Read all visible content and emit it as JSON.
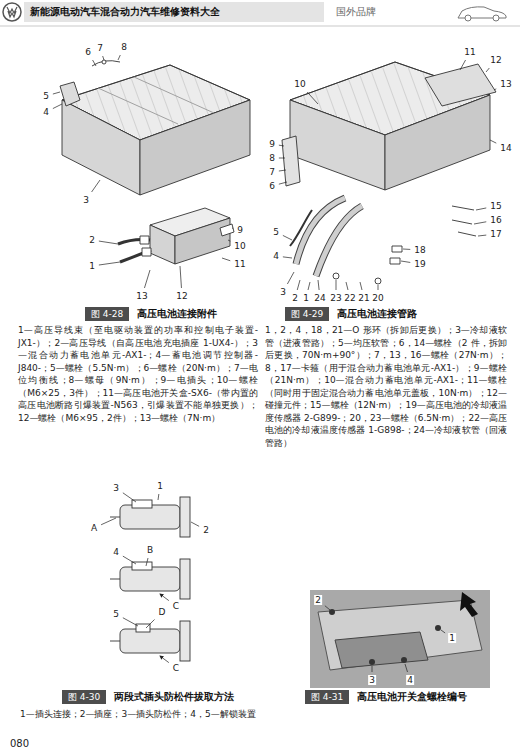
{
  "diagram": {
    "title": "新能源电动汽车混合动力汽车维修资料大全",
    "nodes": [
      {
        "text": [
          "图 4-28",
          "高压电池连接附件"
        ]
      },
      {
        "text": [
          "图 4-29",
          "高压电池连接管路"
        ]
      },
      {
        "text": [
          "图 4-30",
          "两段式插头防松件拔取方法"
        ]
      },
      {
        "text": [
          "图 4-31",
          "高压电池开关盒螺栓编号"
        ]
      }
    ],
    "labels": [
      "国外品牌",
      "6",
      "7",
      "8",
      "5",
      "4",
      "3",
      "2",
      "9",
      "10",
      "1",
      "11",
      "13",
      "12",
      "1—高压导线束（至电驱动装置的功率和控制电子装置-JX1-）；2—高压导线（自高压电池充电插座 1-UX4-）；3—混合动力蓄电池单元-AX1-；4—蓄电池调节控制器-J840-；5—螺栓（5.5N·m）；6—螺栓（20N·m）；7—电位均衡线；8—螺母（9N·m）；9—电插头；10—螺栓（M6×25，3件）；11—高压电池开关盒-SX6-（带内置的高压电池断路引爆装置-N563，引爆装置不能单独更换）；12—螺栓（M6×95，2件）；13—螺栓（7N·m）",
      "11",
      "10",
      "12",
      "13",
      "9",
      "8",
      "7",
      "6",
      "5",
      "14",
      "4",
      "3",
      "2",
      "1",
      "24",
      "23",
      "22",
      "21",
      "20",
      "15",
      "16",
      "17",
      "18",
      "19",
      "1，2，4，18，21—O 形环（拆卸后更换）；3—冷却液软管（进液管路）；5—均压软管；6，14—螺栓（2 件，拆卸后更换，70N·m+90°）；7，13，16—螺栓（27N·m）；8，17—卡箍（用于混合动力蓄电池单元-AX1-）；9—螺栓（21N·m）；10—混合动力蓄电池单元-AX1-；11—螺栓（同时用于固定混合动力蓄电池单元盖板，10N·m）；12—碰撞元件；15—螺栓（12N·m）；19—高压电池的冷却液温度传感器 2-G899-；20，23—螺栓（6.5N·m）；22—高压电池的冷却液温度传感器 1-G898-；24—冷却液软管（回液管路）",
      "3",
      "1",
      "A",
      "2",
      "4",
      "B",
      "C",
      "5",
      "D",
      "C",
      "1—插头连接；2—插座；3—插头防松件；4，5—解锁装置",
      "2",
      "1",
      "3",
      "4",
      "080"
    ]
  }
}
